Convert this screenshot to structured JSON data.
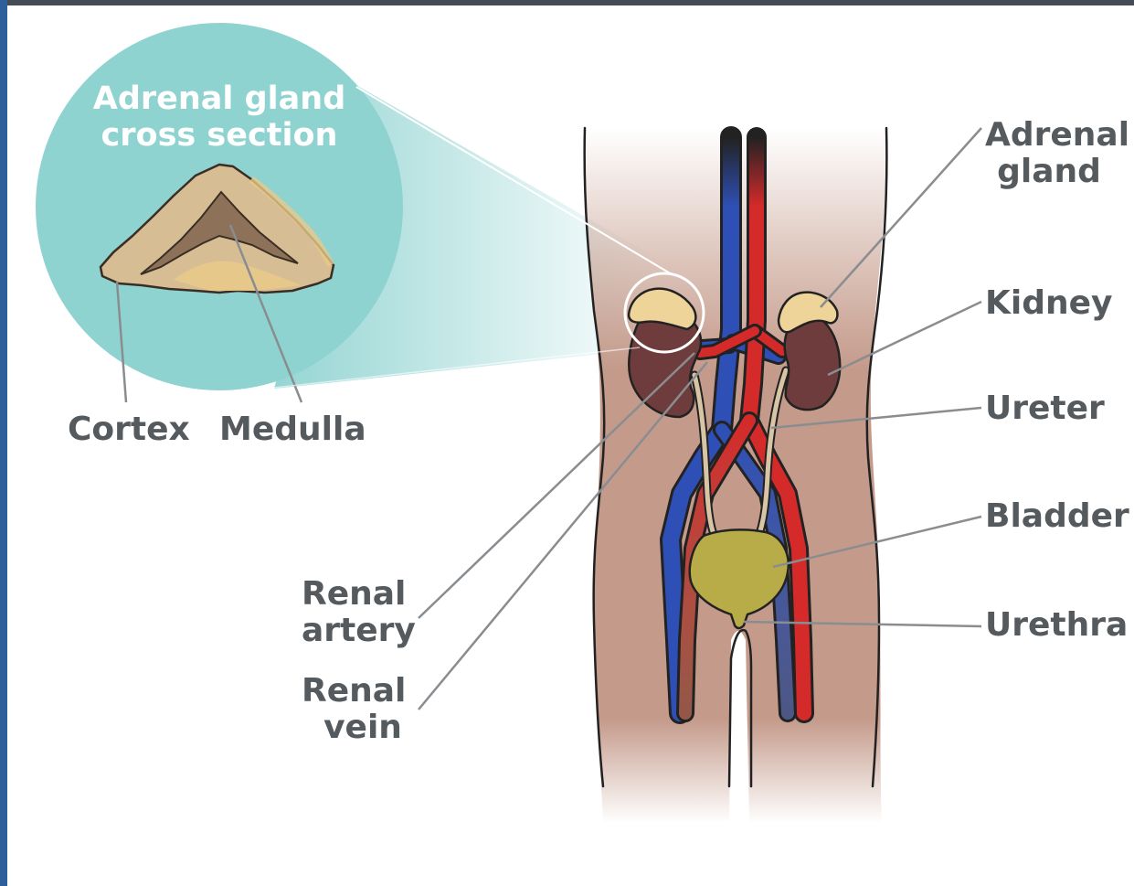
{
  "inset": {
    "title_line1": "Adrenal gland",
    "title_line2": "cross section",
    "label_cortex": "Cortex",
    "label_medulla": "Medulla"
  },
  "labels": {
    "adrenal_gland_line1": "Adrenal",
    "adrenal_gland_line2": "gland",
    "kidney": "Kidney",
    "ureter": "Ureter",
    "bladder": "Bladder",
    "urethra": "Urethra",
    "renal_artery_line1": "Renal",
    "renal_artery_line2": "artery",
    "renal_vein_line1": "Renal",
    "renal_vein_line2": "vein"
  },
  "colors": {
    "inset_circle": "#8fd3d1",
    "label_text": "#555a5e",
    "leader_line": "#8a8d90",
    "vein": "#2e4fb5",
    "artery": "#d42a2a",
    "kidney": "#6e3c3c",
    "adrenal": "#efd49a",
    "ureter": "#d8c5a5",
    "bladder": "#b8ac48",
    "body": "#c49a8a",
    "cortex": "#d7bd93",
    "medulla": "#8d7259"
  }
}
